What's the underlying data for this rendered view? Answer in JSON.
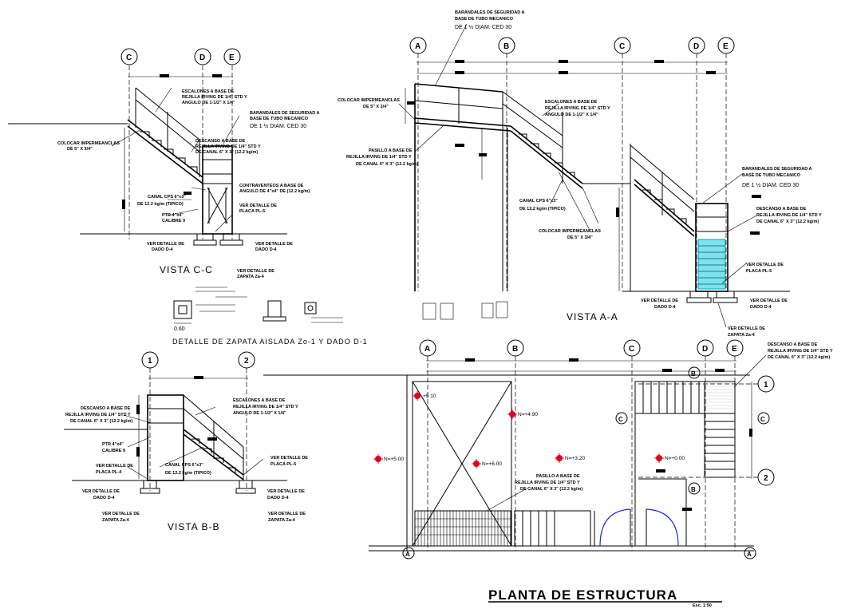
{
  "titles": {
    "vista_cc": "VISTA C-C",
    "vista_aa": "VISTA A-A",
    "vista_bb": "VISTA B-B",
    "planta": "PLANTA DE ESTRUCTURA",
    "planta_scale": "Esc. 1:50",
    "detalle_zapata": "DETALLE DE ZAPATA AISLADA Zo-1 Y DADO D-1",
    "detalle_dim": "0.60"
  },
  "grid_labels": {
    "A": "A",
    "B": "B",
    "C": "C",
    "D": "D",
    "E": "E",
    "one": "1",
    "two": "2"
  },
  "annotations": {
    "barandales_top": [
      "BARANDALES DE SEGURIDAD A",
      "BASE DE TUBO MECANICO",
      "DE 1 ½ DIAM. CED 30"
    ],
    "barandales_cc": [
      "BARANDALES DE SEGURIDAD A",
      "BASE DE TUBO MECANICO",
      "DE 1 ½ DIAM. CED 30"
    ],
    "barandales_aa": [
      "BARANDALES DE SEGURIDAD A",
      "BASE DE TUBO MECANICO",
      "DE 1 ½ DIAM. CED 30"
    ],
    "escalones_cc": [
      "ESCALONES A BASE DE",
      "REJILLA IRVING DE 1/4\" STD Y",
      "ANGULO DE 1-1/2\" X 1/4\""
    ],
    "escalones_aa": [
      "ESCALONES A BASE DE",
      "REJILLA IRVING DE 1/4\" STD Y",
      "ANGULO DE 1-1/2\" X 1/4\""
    ],
    "escalones_bb": [
      "ESCALONES A BASE DE",
      "REJILLA IRVING DE 1/4\" STD Y",
      "ANGULO DE 1-1/2\" X 1/4\""
    ],
    "colocar_cc": [
      "COLOCAR IMPERMEANCLAS",
      "DE 5\" X 3/4\""
    ],
    "colocar_aa1": [
      "COLOCAR IMPERMEANCLAS",
      "DE 5\" X 3/4\""
    ],
    "colocar_aa2": [
      "COLOCAR IMPERMEANCLAS",
      "DE 5\" X 3/4\""
    ],
    "descanso_cc": [
      "DESCANSO A BASE DE",
      "REJILLA IRVING DE 1/4\" STD Y",
      "DE CANAL 6\" X 3\" (12.2 kg/m)"
    ],
    "descanso_aa": [
      "DESCANSO A BASE DE",
      "REJILLA IRVING DE 1/4\" STD Y",
      "DE CANAL 6\" X 3\" (12.2 kg/m)"
    ],
    "descanso_bb": [
      "DESCANSO A BASE DE",
      "REJILLA IRVING DE 1/4\" STD Y",
      "DE CANAL 6\" X 3\" (12.2 kg/m)"
    ],
    "descanso_planta": [
      "DESCANSO A BASE DE",
      "REJILLA IRVING DE 1/4\" STD Y",
      "DE CANAL 6\" X 3\" (12.2 kg/m)"
    ],
    "pasillo_aa": [
      "PASILLO A BASE DE",
      "REJILLA IRVING DE 1/4\" STD Y",
      "DE CANAL 6\" X 3\" (12.2 kg/m)"
    ],
    "pasillo_planta": [
      "PASILLO A BASE DE",
      "REJILLA IRVING DE 1/4\" STD Y",
      "DE CANAL 6\" X 3\" (12.2 kg/m)"
    ],
    "contraventeos": [
      "CONTRAVENTEOS A BASE DE",
      "ANGULO DE 4\"x4\" DE (12.2 kg/m)"
    ],
    "canal_cc": [
      "CANAL CPS 6\"x3\"",
      "DE 12.2 kg/m (TIPICO)"
    ],
    "canal_aa": [
      "CANAL CPS 6\"x3\"",
      "DE 12.2 kg/m (TIPICO)"
    ],
    "canal_bb": [
      "CANAL CPS 6\"x3\"",
      "DE 12.2 kg/m (TIPICO)"
    ],
    "ptr_cc": [
      "PTR 4\"x4\"",
      "CALIBRE 9"
    ],
    "ptr_bb": [
      "PTR 4\"x4\"",
      "CALIBRE 9"
    ],
    "placa_cc": [
      "VER DETALLE DE",
      "PLACA PL-5"
    ],
    "placa_aa": [
      "VER DETALLE DE",
      "PLACA PL-5"
    ],
    "placa_bb1": [
      "VER DETALLE DE",
      "PLACA PL-4"
    ],
    "placa_bb2": [
      "VER DETALLE DE",
      "PLACA PL-5"
    ],
    "dado_cc1": [
      "VER DETALLE DE",
      "DADO D-4"
    ],
    "dado_cc2": [
      "VER DETALLE DE",
      "DADO D-4"
    ],
    "dado_aa1": [
      "VER DETALLE DE",
      "DADO D-4"
    ],
    "dado_aa2": [
      "VER DETALLE DE",
      "DADO D-4"
    ],
    "dado_bb1": [
      "VER DETALLE DE",
      "DADO D-4"
    ],
    "dado_bb2": [
      "VER DETALLE DE",
      "DADO D-4"
    ],
    "zapata_cc": [
      "VER DETALLE DE",
      "ZAPATA Za-4"
    ],
    "zapata_aa": [
      "VER DETALLE DE",
      "ZAPATA Za-4"
    ],
    "zapata_bb1": [
      "VER DETALLE DE",
      "ZAPATA Za-4"
    ],
    "zapata_bb2": [
      "VER DETALLE DE",
      "ZAPATA Za-4"
    ]
  },
  "levels": {
    "n510": "+5.10",
    "n490": "N=+4.90",
    "n500": "N=+5.00",
    "n600": "N=+6.00",
    "n320": "N=+3.20",
    "n000": "N=+0.00"
  }
}
